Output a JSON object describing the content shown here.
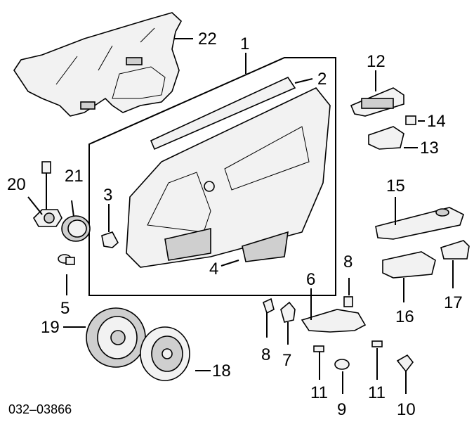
{
  "diagram": {
    "labels": [
      "1",
      "2",
      "3",
      "4",
      "5",
      "6",
      "7",
      "8",
      "8",
      "9",
      "10",
      "11",
      "11",
      "12",
      "13",
      "14",
      "15",
      "16",
      "17",
      "18",
      "19",
      "20",
      "21",
      "22"
    ],
    "code": "032–03866",
    "colors": {
      "ink": "#000000",
      "fill": "#f2f2f2",
      "shade": "#cfcfcf",
      "background": "#ffffff"
    }
  }
}
